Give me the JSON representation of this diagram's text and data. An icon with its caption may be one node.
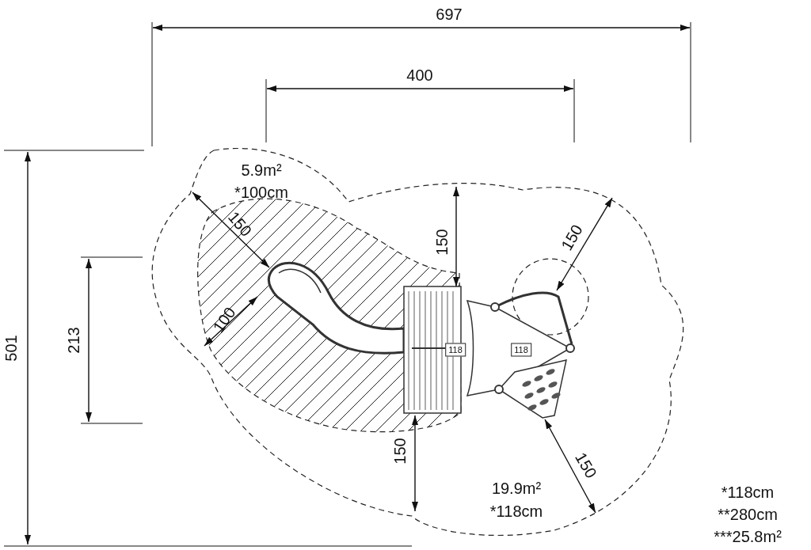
{
  "diagram": {
    "labels": [
      "697",
      "400",
      "5.9m²",
      "*100cm",
      "150",
      "150",
      "150",
      "501",
      "213",
      "100",
      "118",
      "118",
      "150",
      "150",
      "19.9m²",
      "*118cm",
      "*118cm",
      "**280cm",
      "***25.8m²"
    ]
  }
}
